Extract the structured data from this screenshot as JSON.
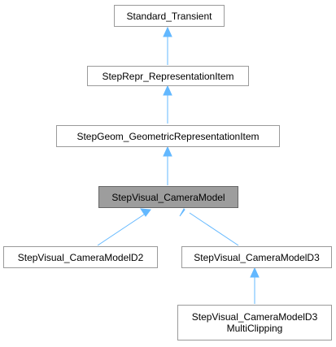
{
  "nodes": {
    "standard_transient": "Standard_Transient",
    "repr_item": "StepRepr_RepresentationItem",
    "geom_item": "StepGeom_GeometricRepresentationItem",
    "camera_model": "StepVisual_CameraModel",
    "camera_d2": "StepVisual_CameraModelD2",
    "camera_d3": "StepVisual_CameraModelD3",
    "camera_d3_multi_line1": "StepVisual_CameraModelD3",
    "camera_d3_multi_line2": "MultiClipping"
  },
  "colors": {
    "arrow": "#63b8ff",
    "node_border": "#9a9a9a",
    "current_node_fill": "#9d9d9d"
  }
}
